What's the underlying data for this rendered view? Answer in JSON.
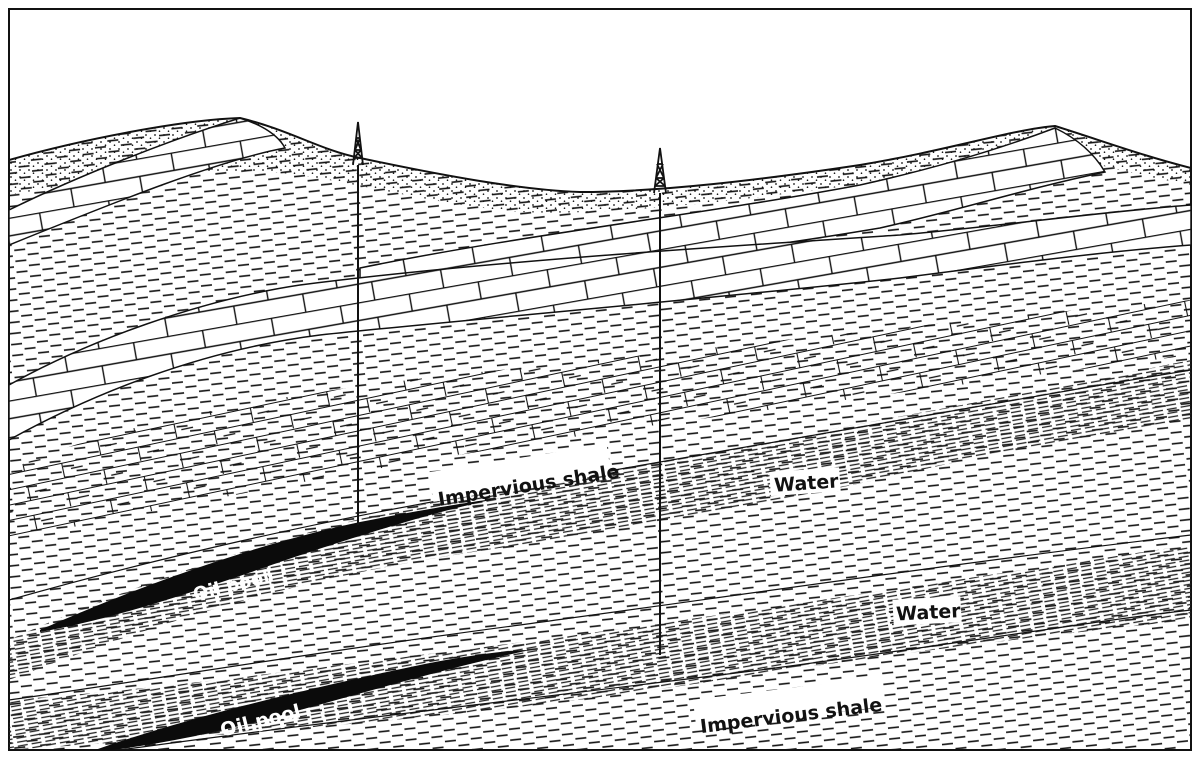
{
  "labels": {
    "impervious_shale_upper": "Impervious shale",
    "water_upper": "Water",
    "oil_pool_upper": "Oil pool",
    "water_lower": "Water",
    "oil_pool_lower": "Oil pool",
    "impervious_shale_lower": "Impervious shale"
  },
  "colors": {
    "ink": "#111111",
    "paper": "#ffffff",
    "oil": "#0b0b0b"
  }
}
